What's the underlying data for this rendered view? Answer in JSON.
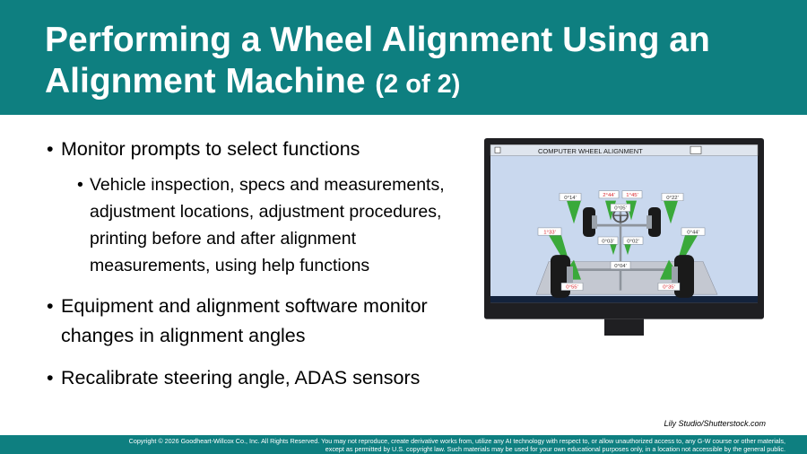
{
  "slide": {
    "title_main": "Performing a Wheel Alignment Using an Alignment Machine",
    "title_suffix": "(2 of 2)"
  },
  "bullets": [
    {
      "level": 1,
      "text": "Monitor prompts to select functions"
    },
    {
      "level": 2,
      "text": "Vehicle inspection, specs and measurements, adjustment locations, adjustment procedures, printing before and after alignment measurements, using help functions"
    },
    {
      "level": 1,
      "text": "Equipment and alignment software monitor changes in alignment angles"
    },
    {
      "level": 1,
      "text": "Recalibrate steering angle, ADAS sensors"
    }
  ],
  "monitor": {
    "window_title": "COMPUTER WHEEL ALIGNMENT",
    "readings": {
      "front_left": "0°14'",
      "front_mid_left": "2°44'",
      "front_mid_right": "1°45'",
      "front_right": "0°22'",
      "steering": "0°05'",
      "mid_left": "1°33'",
      "center_left": "0°03'",
      "center_right": "0°02'",
      "mid_right": "0°44'",
      "thrust": "0°04'",
      "rear_left": "0°55'",
      "rear_right": "0°35'"
    }
  },
  "image_credit": "Lily Studio/Shutterstock.com",
  "footer": {
    "line1": "Copyright © 2026 Goodheart-Willcox Co., Inc. All Rights Reserved. You may not reproduce, create derivative works from, utilize any AI technology with respect to, or allow unauthorized access to, any G-W course or other materials,",
    "line2": "except as permitted by U.S. copyright law. Such materials may be used for your own educational purposes only, in a location not accessible by the general public."
  },
  "colors": {
    "header_teal": "#0e7f80",
    "screen_bg": "#c9d8ee",
    "indicator_green": "#3aa93a",
    "reading_red": "#d9272e"
  }
}
